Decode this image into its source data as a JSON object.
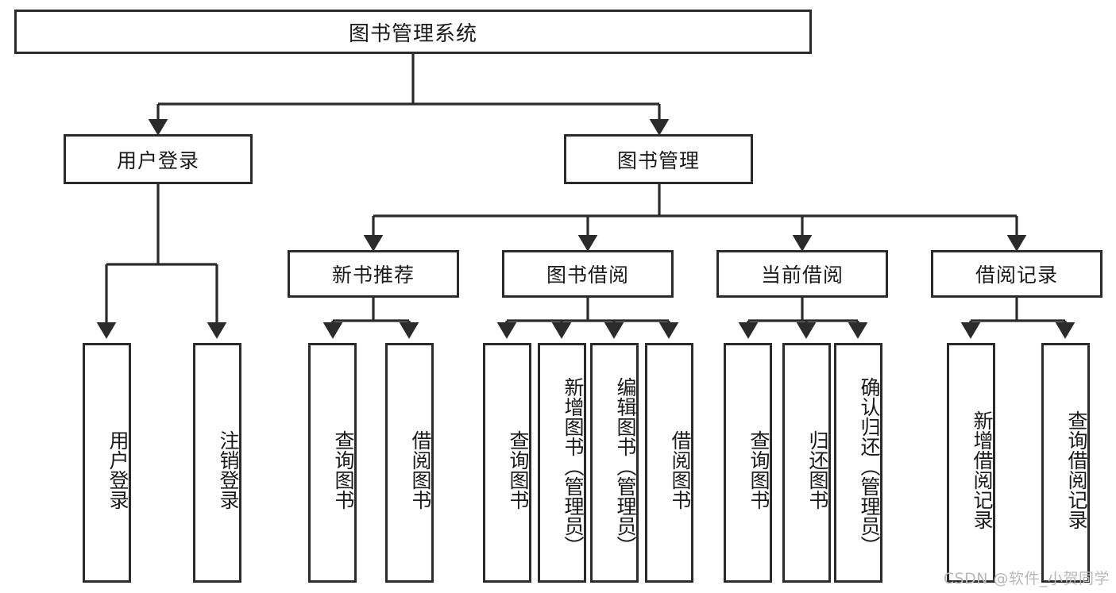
{
  "diagram": {
    "title": "图书管理系统",
    "type": "tree-hierarchy-chart",
    "colors": {
      "stroke": "#2b2b2b",
      "fill": "#ffffff",
      "text": "#1a1a1a",
      "watermark": "#b9b9b9"
    },
    "root": {
      "label": "图书管理系统"
    },
    "level2": [
      {
        "label": "用户登录"
      },
      {
        "label": "图书管理"
      }
    ],
    "level3": [
      {
        "label": "新书推荐"
      },
      {
        "label": "图书借阅"
      },
      {
        "label": "当前借阅"
      },
      {
        "label": "借阅记录"
      }
    ],
    "leaves": {
      "user_login": [
        {
          "label": "用户登录"
        },
        {
          "label": "注销登录"
        }
      ],
      "new_book_recommend": [
        {
          "label": "查询图书"
        },
        {
          "label": "借阅图书"
        }
      ],
      "book_borrow": [
        {
          "label": "查询图书"
        },
        {
          "label": "新增图书（管理员）"
        },
        {
          "label": "编辑图书（管理员）"
        },
        {
          "label": "借阅图书"
        }
      ],
      "current_borrow": [
        {
          "label": "查询图书"
        },
        {
          "label": "归还图书"
        },
        {
          "label": "确认归还（管理员）"
        }
      ],
      "borrow_record": [
        {
          "label": "新增借阅记录"
        },
        {
          "label": "查询借阅记录"
        }
      ]
    },
    "watermark": "CSDN @软件_小贺同学"
  }
}
